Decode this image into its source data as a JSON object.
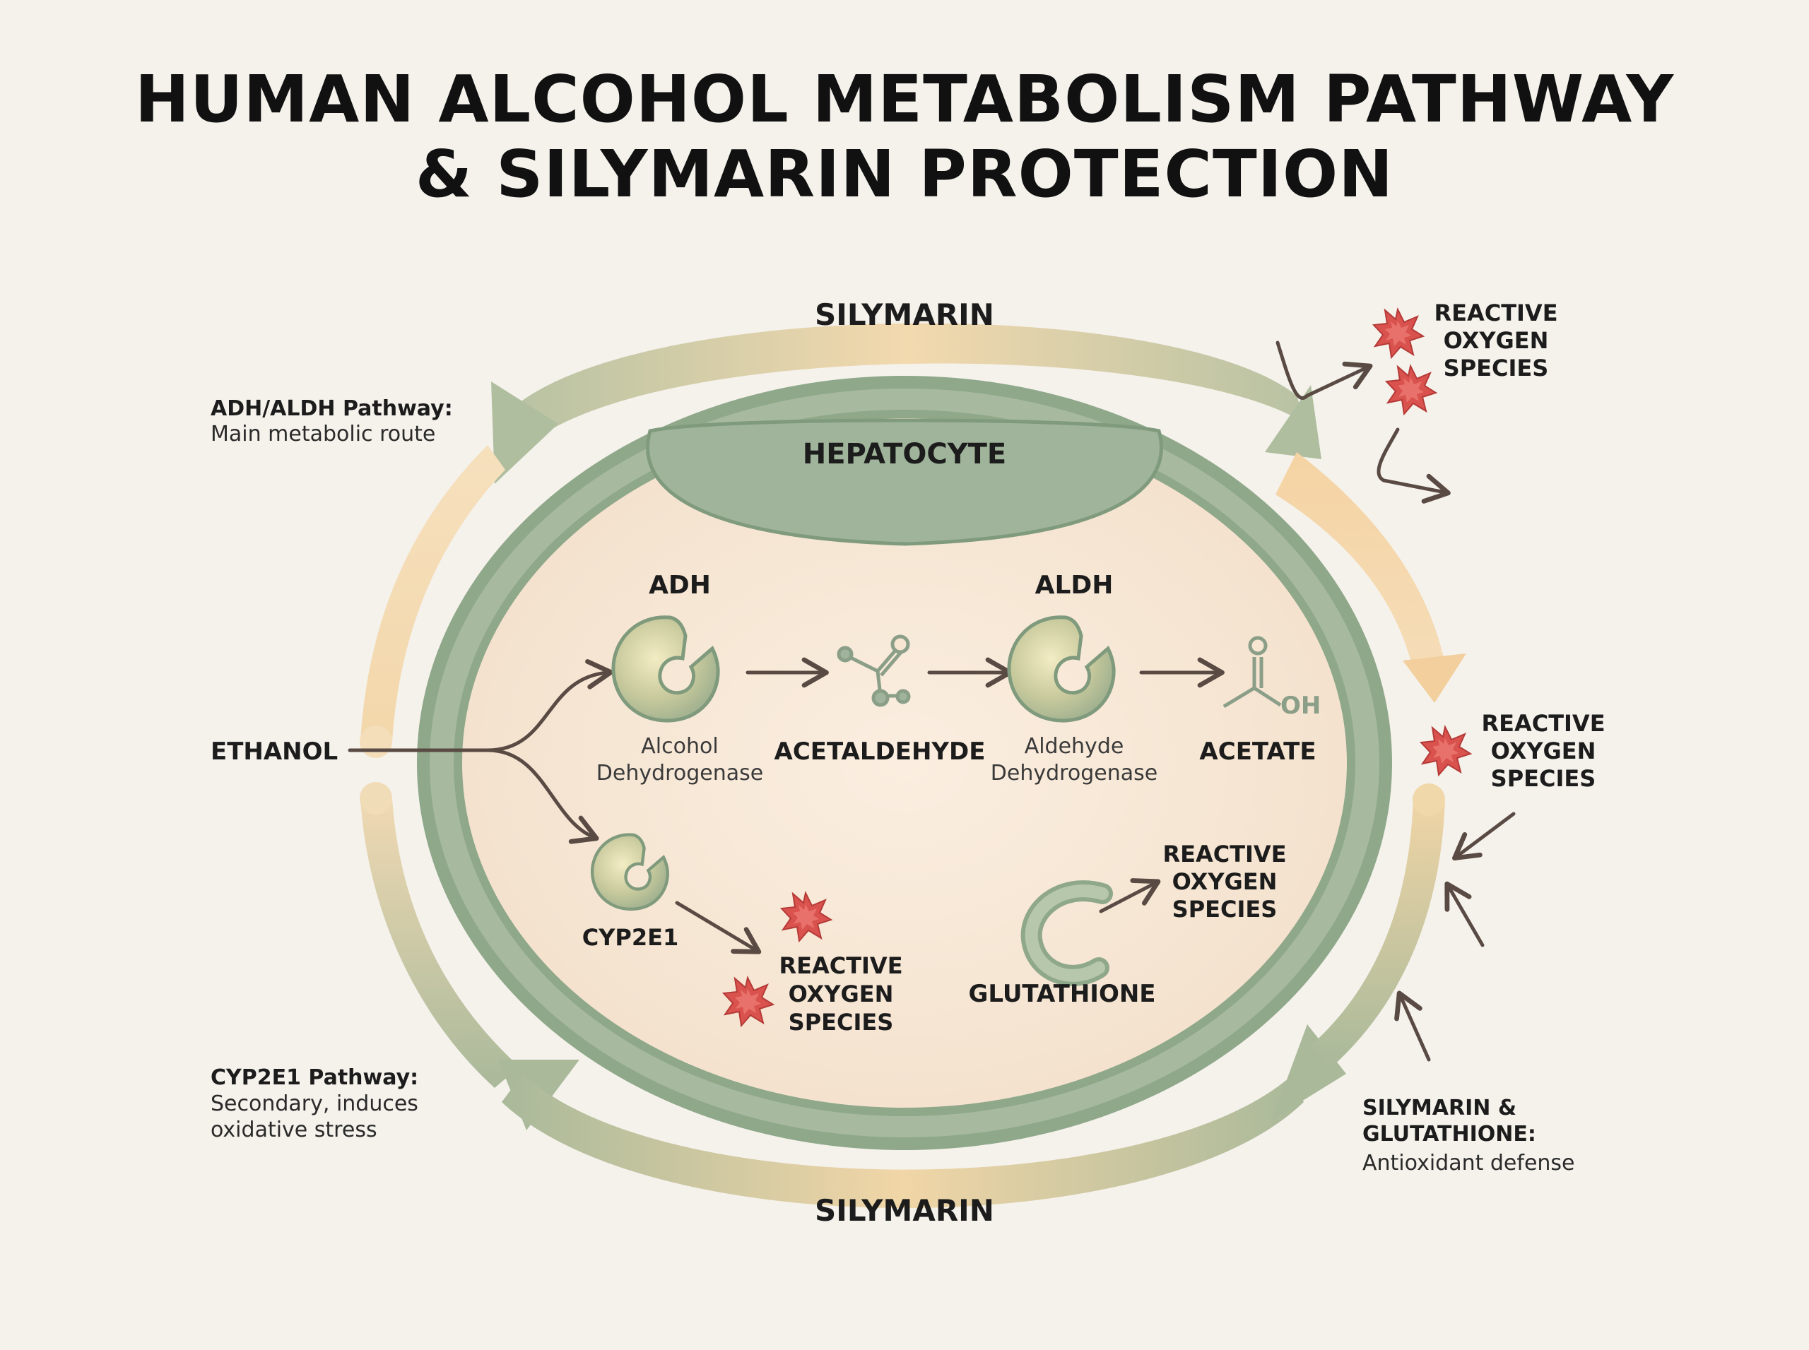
{
  "title": {
    "line1": "HUMAN ALCOHOL METABOLISM PATHWAY",
    "line2": "& SILYMARIN PROTECTION"
  },
  "ring": {
    "top_label": "SILYMARIN",
    "bottom_label": "SILYMARIN"
  },
  "cell": {
    "label": "HEPATOCYTE"
  },
  "side_notes": {
    "adh_pathway": {
      "title": "ADH/ALDH Pathway:",
      "text": "Main metabolic route"
    },
    "cyp_pathway": {
      "title": "CYP2E1 Pathway:",
      "line1": "Secondary, induces",
      "line2": "oxidative stress"
    },
    "defense": {
      "title1": "SILYMARIN &",
      "title2": "GLUTATHIONE:",
      "text": "Antioxidant defense"
    }
  },
  "molecules": {
    "ethanol": "ETHANOL",
    "adh": {
      "abbr": "ADH",
      "name1": "Alcohol",
      "name2": "Dehydrogenase"
    },
    "acetaldehyde": "ACETALDEHYDE",
    "aldh": {
      "abbr": "ALDH",
      "name1": "Aldehyde",
      "name2": "Dehydrogenase"
    },
    "acetate": "ACETATE",
    "acetate_oh": "OH",
    "cyp2e1": "CYP2E1",
    "glutathione": "GLUTATHIONE"
  },
  "ros": {
    "line1": "REACTIVE",
    "line2": "OXYGEN",
    "line3": "SPECIES"
  },
  "colors": {
    "background": "#f5f2ec",
    "membrane": "#8fa88a",
    "cell_fill": "#f6e6d2",
    "ring_sage": "#aab99c",
    "ring_peach": "#f2d6a8",
    "ros_red": "#d9524e",
    "arrow": "#5a4a44"
  },
  "icons": [
    "enzyme-icon",
    "molecule-icon",
    "ros-burst-icon",
    "glutathione-icon"
  ]
}
